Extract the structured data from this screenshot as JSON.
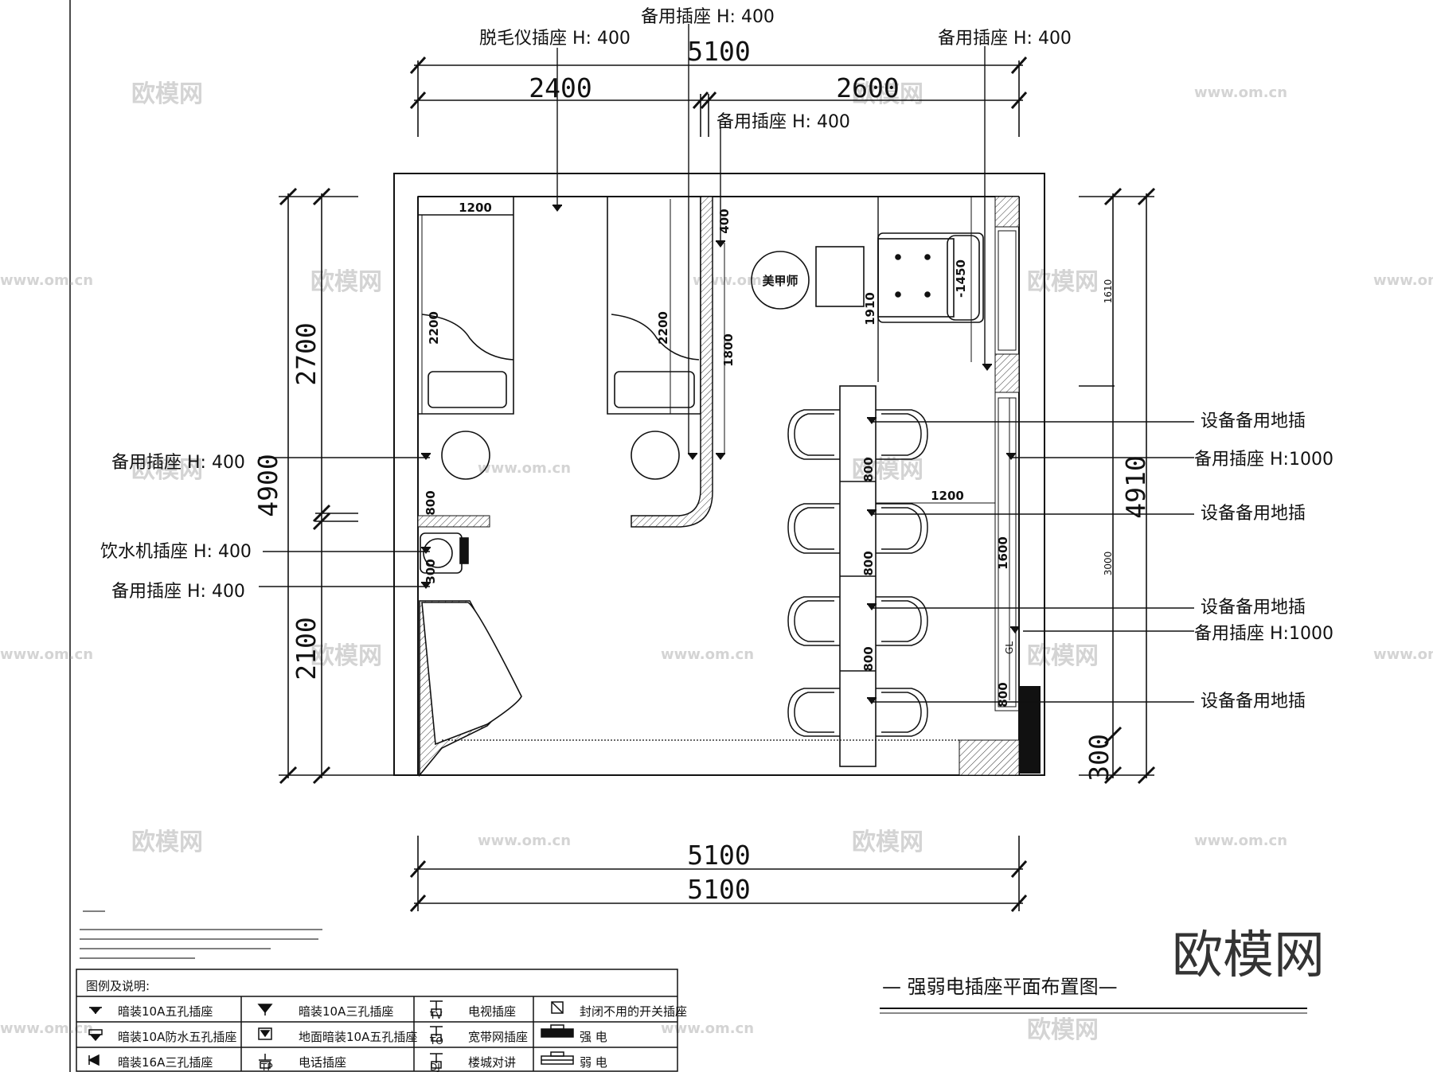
{
  "dims": {
    "top_overall": "5100",
    "top_left": "2400",
    "top_right": "2600",
    "bottom_1": "5100",
    "bottom_2": "5100",
    "left_total": "4900",
    "left_upper": "2700",
    "left_lower": "2100",
    "right_total": "4910",
    "right_upper": "1610",
    "right_mid": "3000",
    "right_lower": "300"
  },
  "inner_dims": {
    "bed1_width": "1200",
    "bed1_len": "2200",
    "bed2_len": "2200",
    "wall_h400": "400",
    "wall_1800": "1800",
    "col_1910": "1910",
    "chair_1450": "-1450",
    "table_1200": "1200",
    "table_800_a": "800",
    "table_800_b": "800",
    "table_800_c": "800",
    "lower_800": "800",
    "lower_300": "300",
    "right_1600": "1600",
    "right_800": "800",
    "right_small": "GL"
  },
  "callouts": {
    "top_center": "备用插座  H: 400",
    "top_left": "脱毛仪插座  H: 400",
    "top_right": "备用插座  H: 400",
    "top_mid": "备用插座  H: 400",
    "left_1": "备用插座  H: 400",
    "left_2": "饮水机插座  H: 400",
    "left_3": "备用插座  H: 400",
    "right_1": "设备备用地插",
    "right_2": "备用插座  H:1000",
    "right_3": "设备备用地插",
    "right_4": "设备备用地插",
    "right_5": "备用插座  H:1000",
    "right_6": "设备备用地插"
  },
  "furniture": {
    "nail_tech": "美甲师"
  },
  "title": "—  强弱电插座平面布置图—",
  "brand": "欧模网",
  "watermark": "欧模网",
  "watermark_url": "www.om.cn",
  "legend": {
    "heading": "图例及说明:",
    "rows": [
      [
        "暗装10A五孔插座",
        "暗装10A三孔插座",
        "电视插座",
        "封闭不用的开关插座"
      ],
      [
        "暗装10A防水五孔插座",
        "地面暗装10A五孔插座",
        "宽带网插座",
        "强    电"
      ],
      [
        "暗装16A三孔插座",
        "电话插座",
        "楼城对讲",
        "弱    电"
      ]
    ],
    "icon_codes": [
      "TV",
      "TO",
      "TP",
      "DJ"
    ]
  }
}
